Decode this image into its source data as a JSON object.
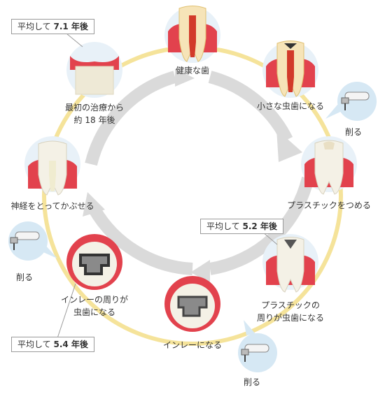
{
  "stages": [
    {
      "label": "健康な歯"
    },
    {
      "label": "小さな虫歯になる"
    },
    {
      "label": "プラスチックをつめる"
    },
    {
      "label": "プラスチックの",
      "label2": "周りが虫歯になる"
    },
    {
      "label": "インレーになる"
    },
    {
      "label": "インレーの周りが",
      "label2": "虫歯になる"
    },
    {
      "label": "神経をとってかぶせる"
    },
    {
      "label": "最初の治療から",
      "label2": "約 18 年後"
    }
  ],
  "drill_label": "削る",
  "tags": [
    {
      "prefix": "平均して",
      "value": "7.1 年後"
    },
    {
      "prefix": "平均して",
      "value": "5.2 年後"
    },
    {
      "prefix": "平均して",
      "value": "5.4 年後"
    }
  ],
  "colors": {
    "ring": "#f5e39a",
    "arrow": "#d9d9d9",
    "gum": "#e2424d",
    "tooth": "#f4f1e6",
    "nerve": "#d23a2a",
    "bubble": "#d6e8f4",
    "metal": "#7a7a7a"
  }
}
